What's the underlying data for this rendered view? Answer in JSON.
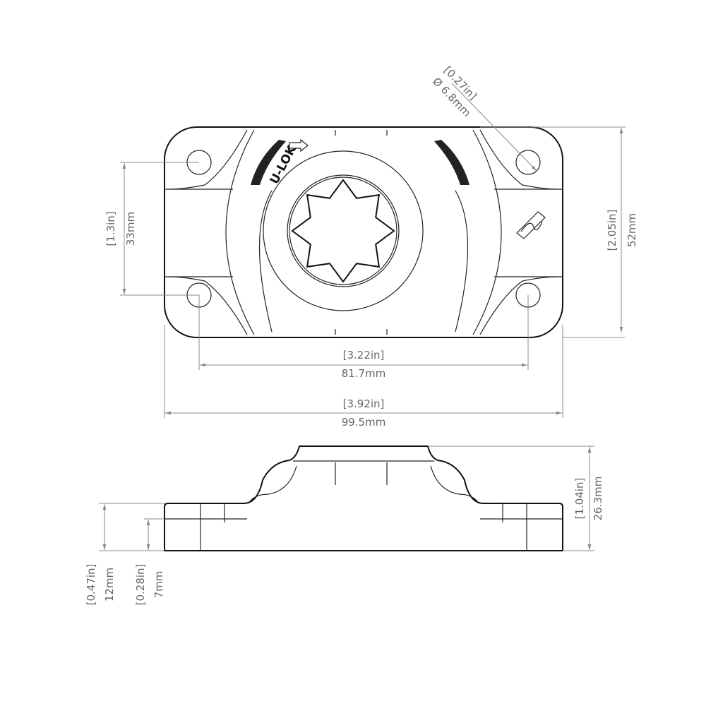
{
  "top_view": {
    "brand_label": "U-LOK",
    "dimensions": {
      "hole_spacing_vertical": {
        "in": "[1.3in]",
        "mm": "33mm"
      },
      "overall_height": {
        "in": "[2.05in]",
        "mm": "52mm"
      },
      "hole_spacing_horizontal": {
        "in": "[3.22in]",
        "mm": "81.7mm"
      },
      "overall_width": {
        "in": "[3.92in]",
        "mm": "99.5mm"
      },
      "hole_diameter": {
        "in": "[0.27in]",
        "mm": "Ø 6.8mm"
      }
    }
  },
  "side_view": {
    "dimensions": {
      "overall_depth": {
        "in": "[1.04in]",
        "mm": "26.3mm"
      },
      "base_height": {
        "in": "[0.47in]",
        "mm": "12mm"
      },
      "flange_height": {
        "in": "[0.28in]",
        "mm": "7mm"
      }
    }
  }
}
